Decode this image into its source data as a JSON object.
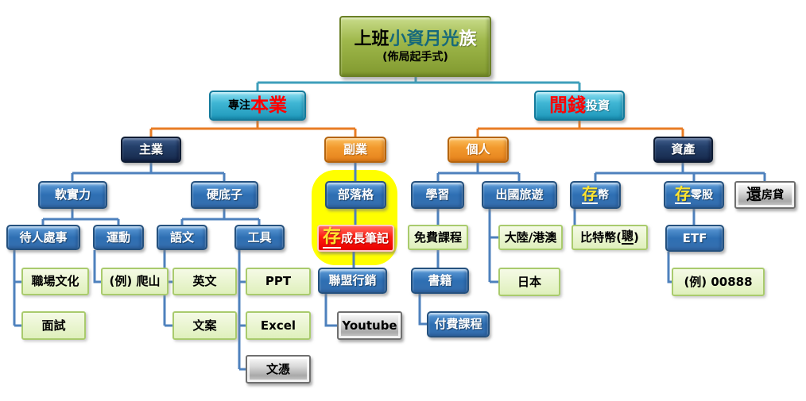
{
  "palette": {
    "line_teal": "#3E9FBB",
    "line_orange": "#E87C24",
    "line_blue": "#4E81BD",
    "highlight_yellow": "#FFFF00",
    "accent_red": "#FF0000",
    "accent_yellow_char": "#FFE430"
  },
  "nodes": {
    "root": {
      "parts": [
        "上班",
        "小資月光",
        "族"
      ],
      "subtitle": "(佈局起手式)"
    },
    "focus_main": {
      "parts": [
        "專注",
        "本業"
      ]
    },
    "spare_invest": {
      "parts": [
        "閒錢",
        "投資"
      ]
    },
    "main_job": "主業",
    "side_job": "副業",
    "personal": "個人",
    "assets": "資產",
    "soft_skill": "軟實力",
    "hard_skill": "硬底子",
    "blog": "部落格",
    "learning": "學習",
    "travel": "出國旅遊",
    "save_coin": {
      "parts": [
        "存",
        "幣"
      ]
    },
    "save_odd_lot": {
      "parts": [
        "存",
        "零股"
      ]
    },
    "pay_mortgage": {
      "parts": [
        "還",
        "房貸"
      ]
    },
    "people_skill": "待人處事",
    "sport": "運動",
    "language": "語文",
    "tools": "工具",
    "save_growth_notes": {
      "parts": [
        "存",
        "成長筆記"
      ]
    },
    "free_courses": "免費課程",
    "china_hk_macau": "大陸/港澳",
    "bitcoin": {
      "parts": [
        "比特幣(",
        "聰",
        ")"
      ]
    },
    "etf": "ETF",
    "workplace_culture": "職場文化",
    "hiking": "(例) 爬山",
    "english": "英文",
    "ppt": "PPT",
    "affiliate_marketing": "聯盟行銷",
    "books": "書籍",
    "japan": "日本",
    "etf_example": "(例) 00888",
    "interview": "面試",
    "copywriting": "文案",
    "excel": "Excel",
    "youtube": "Youtube",
    "paid_courses": "付費課程",
    "diploma": "文憑"
  }
}
